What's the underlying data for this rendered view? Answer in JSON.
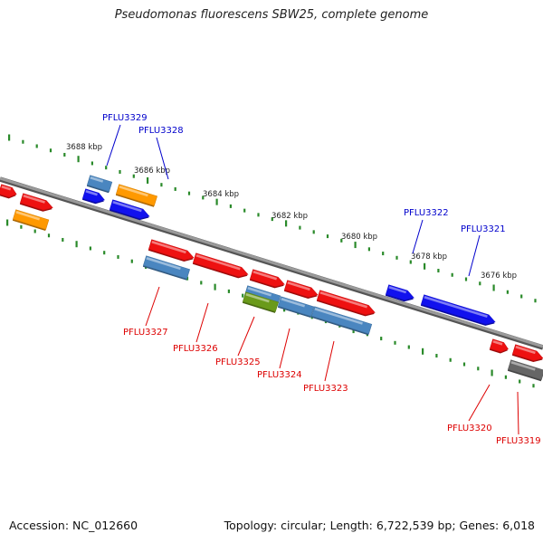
{
  "title": "Pseudomonas fluorescens SBW25, complete genome",
  "footer": {
    "accession": "Accession: NC_012660",
    "summary": "Topology: circular; Length: 6,722,539 bp; Genes: 6,018"
  },
  "colors": {
    "backbone": "#8a8a8a",
    "ticks": "#2a8a2a",
    "tick_label": "#222222",
    "label_top": "#0000cc",
    "label_bottom": "#dd0000",
    "red": "#ee1111",
    "blue": "#1111ee",
    "steelblue": "#4a86c0",
    "orange": "#ff9900",
    "olive": "#6a9a1a",
    "gray": "#666666"
  },
  "scale_labels": [
    "3688 kbp",
    "3686 kbp",
    "3684 kbp",
    "3682 kbp",
    "3680 kbp",
    "3678 kbp",
    "3676 kbp"
  ],
  "gene_labels_top": [
    "PFLU3329",
    "PFLU3328",
    "PFLU3322",
    "PFLU3321"
  ],
  "gene_labels_bottom": [
    "PFLU3327",
    "PFLU3326",
    "PFLU3325",
    "PFLU3324",
    "PFLU3323",
    "PFLU3320",
    "PFLU3319"
  ]
}
